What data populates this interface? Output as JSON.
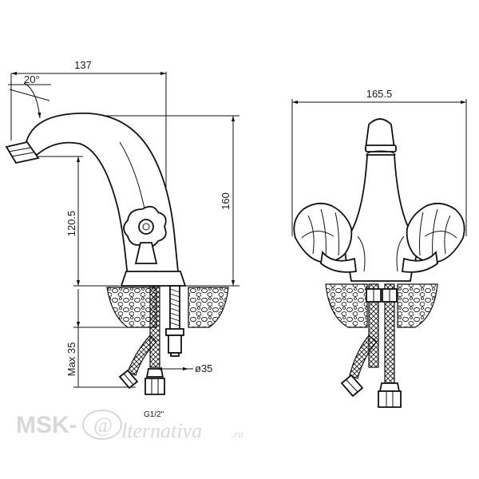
{
  "side_view": {
    "dimensions": {
      "spout_reach": "137",
      "spout_angle": "20°",
      "total_height": "160",
      "spout_height": "120.5",
      "max_mounting_depth": "Max 35",
      "hole_diameter": "ø35",
      "thread": "G1/2\""
    }
  },
  "front_view": {
    "dimensions": {
      "overall_width": "165.5"
    }
  },
  "watermark": {
    "brand": "MSK-",
    "at_symbol": "@",
    "word": "lternativa",
    "tld": ".ru"
  }
}
